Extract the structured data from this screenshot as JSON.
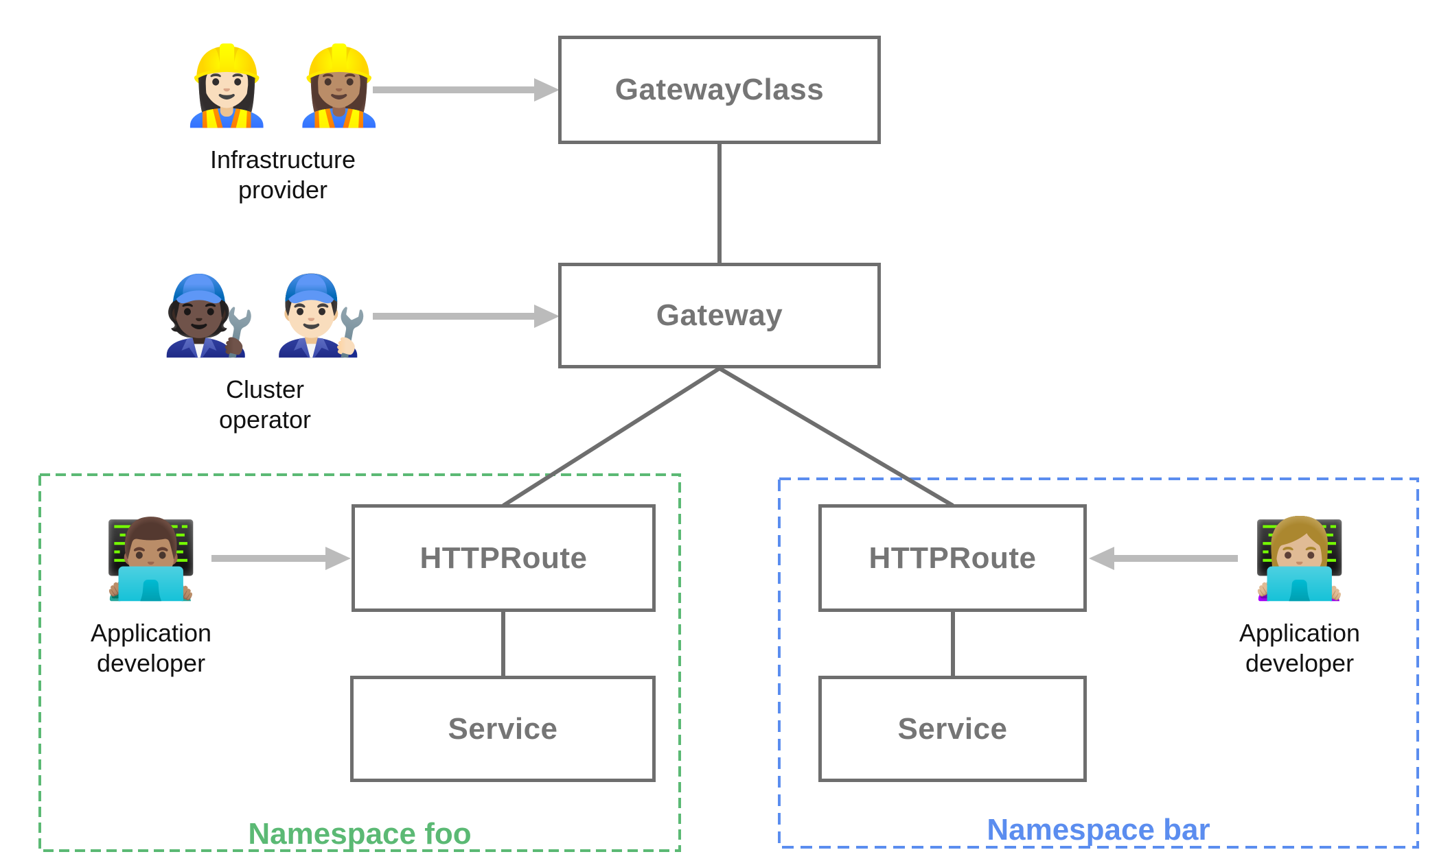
{
  "diagram": {
    "nodes": {
      "gateway_class": "GatewayClass",
      "gateway": "Gateway",
      "httproute_foo": "HTTPRoute",
      "service_foo": "Service",
      "httproute_bar": "HTTPRoute",
      "service_bar": "Service"
    },
    "personas": {
      "infrastructure_provider": {
        "emoji_1": "👷🏻‍♀️",
        "emoji_2": "👷🏽‍♀️",
        "line1": "Infrastructure",
        "line2": "provider"
      },
      "cluster_operator": {
        "emoji_1": "🧑🏿‍🔧",
        "emoji_2": "👨🏻‍🔧",
        "line1": "Cluster",
        "line2": "operator"
      },
      "app_developer_foo": {
        "emoji_1": "👨🏽‍💻",
        "line1": "Application",
        "line2": "developer"
      },
      "app_developer_bar": {
        "emoji_1": "👩🏼‍💻",
        "line1": "Application",
        "line2": "developer"
      }
    },
    "namespaces": {
      "foo": {
        "label": "Namespace foo",
        "color": "#5BB974"
      },
      "bar": {
        "label": "Namespace bar",
        "color": "#5B8DEF"
      }
    },
    "colors": {
      "node_border": "#6E6E6E",
      "node_text": "#757575",
      "connector_line": "#6E6E6E",
      "arrow": "#BBBBBB",
      "persona_text": "#111111",
      "background": "#FFFFFF"
    }
  }
}
